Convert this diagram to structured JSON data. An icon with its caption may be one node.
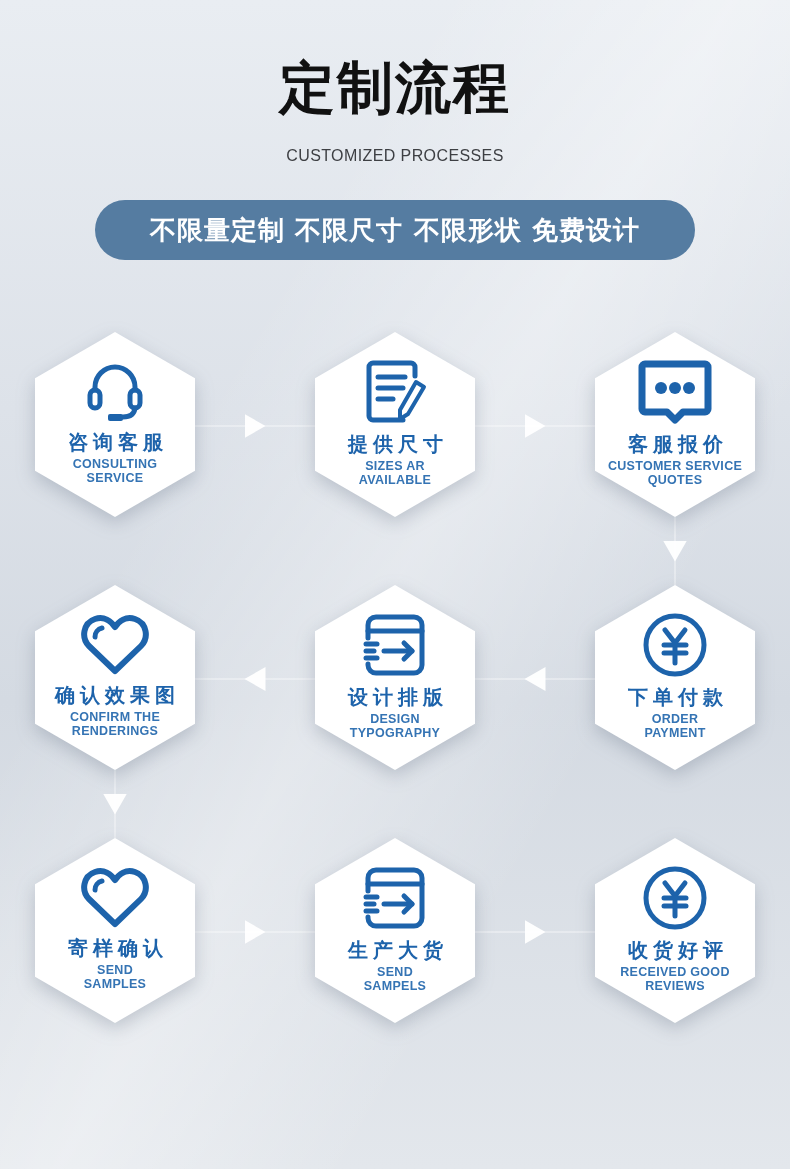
{
  "diagram": {
    "title": "定制流程",
    "nodes": [
      {
        "text": [
          "不限量定制 不限尺寸 不限形状 免费设计"
        ]
      },
      {
        "text": [
          "咨询客服",
          "CONSULTING SERVICE"
        ]
      },
      {
        "text": [
          "提供尺寸",
          "SIZES AR AVAILABLE"
        ]
      },
      {
        "text": [
          "客服报价",
          "CUSTOMER SERVICE QUOTES"
        ]
      },
      {
        "text": [
          "确认效果图",
          "CONFIRM THE RENDERINGS"
        ]
      },
      {
        "text": [
          "设计排版",
          "DESIGN TYPOGRAPHY"
        ]
      },
      {
        "text": [
          "下单付款",
          "ORDER PAYMENT"
        ]
      },
      {
        "text": [
          "寄样确认",
          "SEND SAMPLES"
        ]
      },
      {
        "text": [
          "生产大货",
          "SEND SAMPELS"
        ]
      },
      {
        "text": [
          "收货好评",
          "RECEIVED GOOD REVIEWS"
        ]
      }
    ],
    "edges": [
      {
        "from": 1,
        "to": 2,
        "arrow": "to"
      },
      {
        "from": 2,
        "to": 3,
        "arrow": "to"
      },
      {
        "from": 3,
        "to": 6,
        "arrow": "to"
      },
      {
        "from": 6,
        "to": 5,
        "arrow": "to"
      },
      {
        "from": 5,
        "to": 4,
        "arrow": "to"
      },
      {
        "from": 4,
        "to": 7,
        "arrow": "to"
      },
      {
        "from": 7,
        "to": 8,
        "arrow": "to"
      },
      {
        "from": 8,
        "to": 9,
        "arrow": "to"
      }
    ],
    "labels": [
      "CUSTOMIZED PROCESSES"
    ]
  }
}
